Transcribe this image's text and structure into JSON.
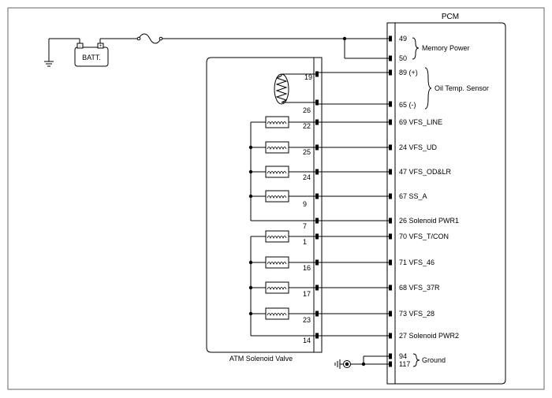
{
  "pcm": {
    "title": "PCM",
    "memory_power": {
      "pins": [
        "49",
        "50"
      ],
      "label": "Memory Power"
    },
    "oil_temp_sensor": {
      "pins": [
        "89 (+)",
        "65 (-)"
      ],
      "label": "Oil Temp. Sensor"
    },
    "signals": [
      {
        "pin": "69",
        "name": "VFS_LINE"
      },
      {
        "pin": "24",
        "name": "VFS_UD"
      },
      {
        "pin": "47",
        "name": "VFS_OD&LR"
      },
      {
        "pin": "67",
        "name": "SS_A"
      },
      {
        "pin": "26",
        "name": "Solenoid PWR1"
      },
      {
        "pin": "70",
        "name": "VFS_T/CON"
      },
      {
        "pin": "71",
        "name": "VFS_46"
      },
      {
        "pin": "68",
        "name": "VFS_37R"
      },
      {
        "pin": "73",
        "name": "VFS_28"
      },
      {
        "pin": "27",
        "name": "Solenoid PWR2"
      }
    ],
    "ground": {
      "pins": [
        "94",
        "117"
      ],
      "label": "Ground"
    }
  },
  "battery": {
    "label": "BATT.",
    "minus": "-",
    "plus": "+"
  },
  "valve": {
    "title": "ATM Solenoid Valve",
    "sensor_pins": [
      "19",
      "26"
    ],
    "pins": [
      "22",
      "25",
      "24",
      "9",
      "7",
      "1",
      "16",
      "17",
      "23",
      "14"
    ]
  }
}
